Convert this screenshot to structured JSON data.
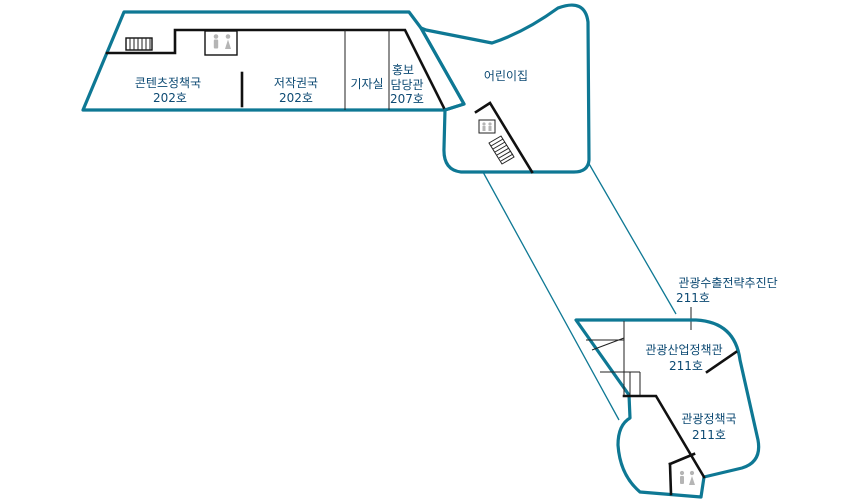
{
  "rooms": {
    "content_policy": {
      "name": "콘텐츠정책국",
      "number": "202호"
    },
    "copyright": {
      "name": "저작권국",
      "number": "202호"
    },
    "press_room": {
      "name": "기자실"
    },
    "pr_office": {
      "name_line1": "홍보",
      "name_line2": "담당관",
      "number": "207호"
    },
    "daycare": {
      "name": "어린이집"
    },
    "tourism_strategy": {
      "name": "관광수출전략추진단",
      "number": "211호"
    },
    "tourism_industry": {
      "name": "관광산업정책관",
      "number": "211호"
    },
    "tourism_policy": {
      "name": "관광정책국",
      "number": "211호"
    }
  },
  "icons": [
    "stairs-icon",
    "restroom-icon",
    "elevator-icon"
  ],
  "colors": {
    "outline": "#0e7894",
    "label": "#0d4a73",
    "wall": "#111111"
  }
}
